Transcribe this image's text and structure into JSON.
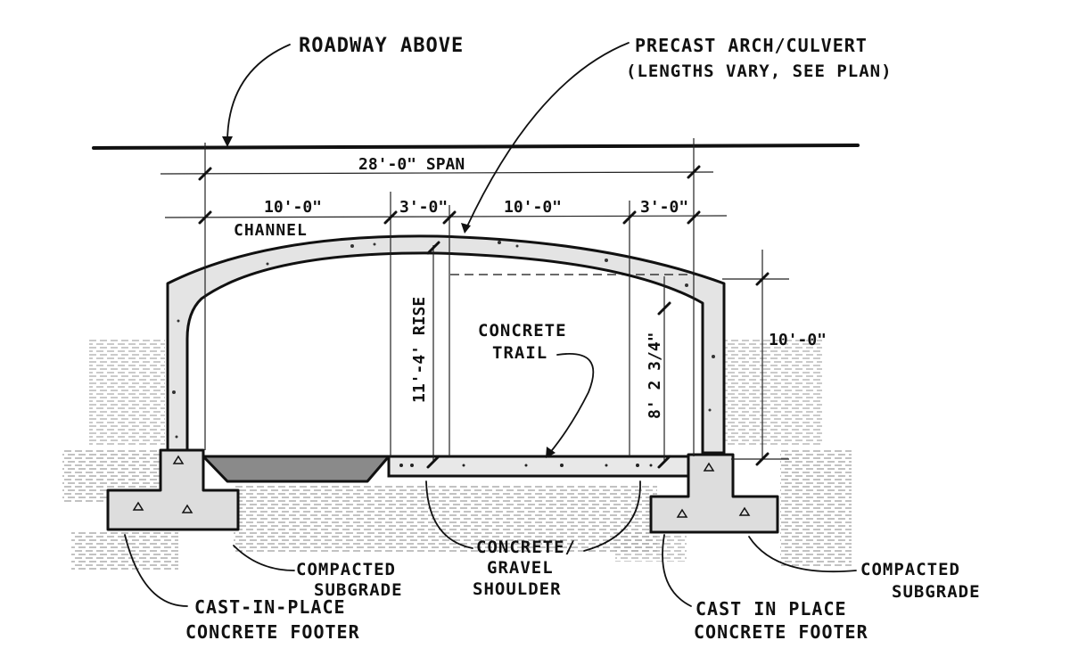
{
  "labels": {
    "roadway": "ROADWAY ABOVE",
    "arch_line1": "PRECAST ARCH/CULVERT",
    "arch_line2": "(LENGTHS VARY, SEE PLAN)",
    "channel": "CHANNEL",
    "trail_line1": "CONCRETE",
    "trail_line2": "TRAIL",
    "compacted_left_line1": "COMPACTED",
    "compacted_left_line2": "SUBGRADE",
    "footer_left_line1": "CAST-IN-PLACE",
    "footer_left_line2": "CONCRETE FOOTER",
    "shoulder_line1": "CONCRETE/",
    "shoulder_line2": "GRAVEL",
    "shoulder_line3": "SHOULDER",
    "footer_right_line1": "CAST IN PLACE",
    "footer_right_line2": "CONCRETE FOOTER",
    "compacted_right_line1": "COMPACTED",
    "compacted_right_line2": "SUBGRADE"
  },
  "dimensions": {
    "span": "28'-0\" SPAN",
    "channel_width": "10'-0\"",
    "left_gap": "3'-0\"",
    "trail_width": "10'-0\"",
    "right_gap": "3'-0\"",
    "rise": "11'-4' RISE",
    "inner_height": "8' 2 3/4\"",
    "wall_height": "10'-0\""
  },
  "colors": {
    "ink": "#111111",
    "concrete": "#e4e4e4",
    "channel_fill": "#8a8a8a"
  }
}
